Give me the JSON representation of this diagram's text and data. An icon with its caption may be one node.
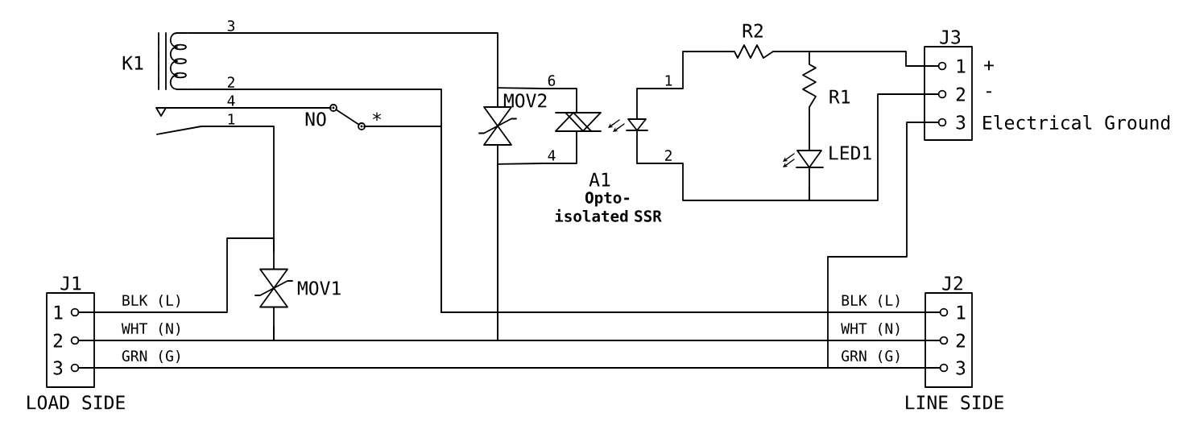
{
  "diagram": {
    "nodes": [
      {
        "text": [
          "K1"
        ]
      },
      {
        "text": [
          "NO",
          "*"
        ]
      },
      {
        "text": [
          "MOV1"
        ]
      },
      {
        "text": [
          "MOV2"
        ]
      },
      {
        "text": [
          "A1",
          "Opto-isolated SSR"
        ]
      },
      {
        "text": [
          "R2"
        ]
      },
      {
        "text": [
          "R1"
        ]
      },
      {
        "text": [
          "LED1"
        ]
      },
      {
        "text": [
          "J1",
          "1",
          "2",
          "3"
        ],
        "beside": [
          "LOAD SIDE"
        ]
      },
      {
        "text": [
          "J2",
          "1",
          "2",
          "3"
        ],
        "beside": [
          "LINE SIDE"
        ]
      },
      {
        "text": [
          "J3",
          "1",
          "2",
          "3"
        ],
        "beside": [
          "+",
          "-",
          "Electrical Ground"
        ]
      }
    ],
    "edges": [
      {
        "from": 0,
        "to": 3,
        "arrow": "none"
      },
      {
        "from": 3,
        "to": 4,
        "arrow": "none"
      },
      {
        "from": 0,
        "to": 9,
        "arrow": "none",
        "label": "BLK (L)"
      },
      {
        "from": 1,
        "to": 9,
        "arrow": "none"
      },
      {
        "from": 1,
        "to": 2,
        "arrow": "none"
      },
      {
        "from": 8,
        "to": 2,
        "arrow": "none",
        "label": "BLK (L)"
      },
      {
        "from": 8,
        "to": 2,
        "arrow": "none",
        "label": "WHT (N)"
      },
      {
        "from": 2,
        "to": 3,
        "arrow": "none"
      },
      {
        "from": 3,
        "to": 4,
        "arrow": "none"
      },
      {
        "from": 3,
        "to": 9,
        "arrow": "none",
        "label": "WHT (N)"
      },
      {
        "from": 8,
        "to": 9,
        "arrow": "none",
        "label": "GRN (G)"
      },
      {
        "from": 9,
        "to": 10,
        "arrow": "none",
        "label": "GRN (G)"
      },
      {
        "from": 4,
        "to": 5,
        "arrow": "none"
      },
      {
        "from": 5,
        "to": 6,
        "arrow": "none"
      },
      {
        "from": 5,
        "to": 10,
        "arrow": "none"
      },
      {
        "from": 6,
        "to": 7,
        "arrow": "none"
      },
      {
        "from": 7,
        "to": 4,
        "arrow": "none"
      },
      {
        "from": 7,
        "to": 10,
        "arrow": "none"
      }
    ],
    "labels": [
      "3",
      "2",
      "4",
      "1",
      "6",
      "4",
      "1",
      "2"
    ]
  }
}
